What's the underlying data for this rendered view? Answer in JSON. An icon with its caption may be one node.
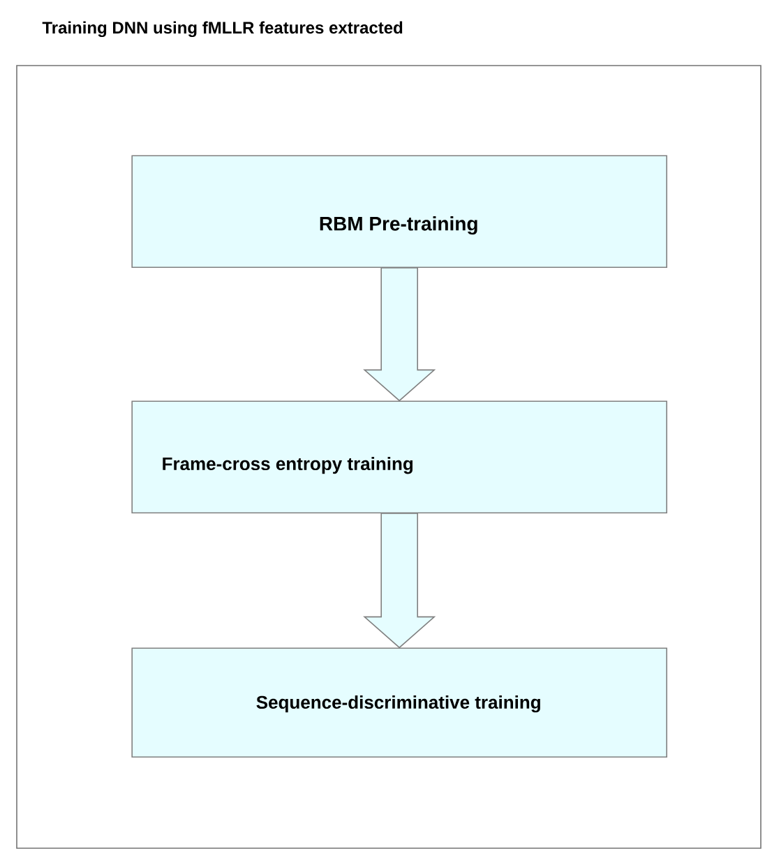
{
  "diagram": {
    "nodes": [
      {
        "text": [
          "Training DNN using fMLLR features extracted"
        ]
      },
      {
        "text": [
          "RBM Pre-training"
        ],
        "in": 0
      },
      {
        "text": [
          "Frame-cross entropy training"
        ],
        "in": 0
      },
      {
        "text": [
          "Sequence-discriminative training"
        ],
        "in": 0
      }
    ],
    "edges": [
      {
        "from": 1,
        "to": 2,
        "arrow": "to"
      },
      {
        "from": 2,
        "to": 3,
        "arrow": "to"
      }
    ]
  }
}
